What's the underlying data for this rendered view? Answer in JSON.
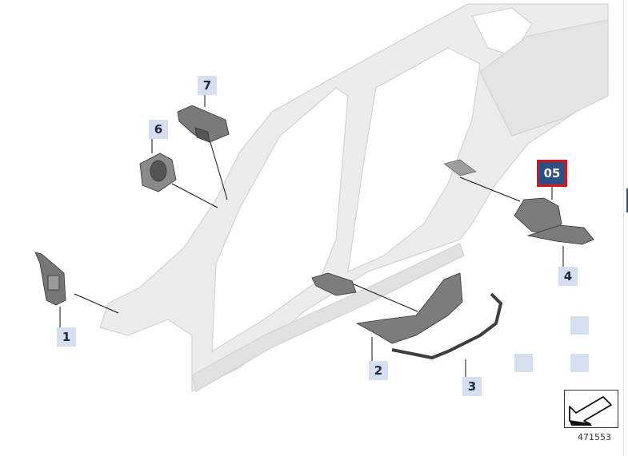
{
  "callouts": [
    {
      "id": "1",
      "label": "1"
    },
    {
      "id": "2",
      "label": "2"
    },
    {
      "id": "3",
      "label": "3"
    },
    {
      "id": "4",
      "label": "4"
    },
    {
      "id": "6",
      "label": "6"
    },
    {
      "id": "7",
      "label": "7"
    }
  ],
  "active_callout": {
    "label": "05"
  },
  "diagram_number": "471553",
  "icons": {
    "nav_arrow": "arrow-down-left-icon"
  },
  "colors": {
    "callout_bg": "#d6dfef",
    "active_bg": "#2b5085",
    "active_border": "#d9151c",
    "part": "#6e6e6e",
    "body": "#e8e8e8"
  }
}
